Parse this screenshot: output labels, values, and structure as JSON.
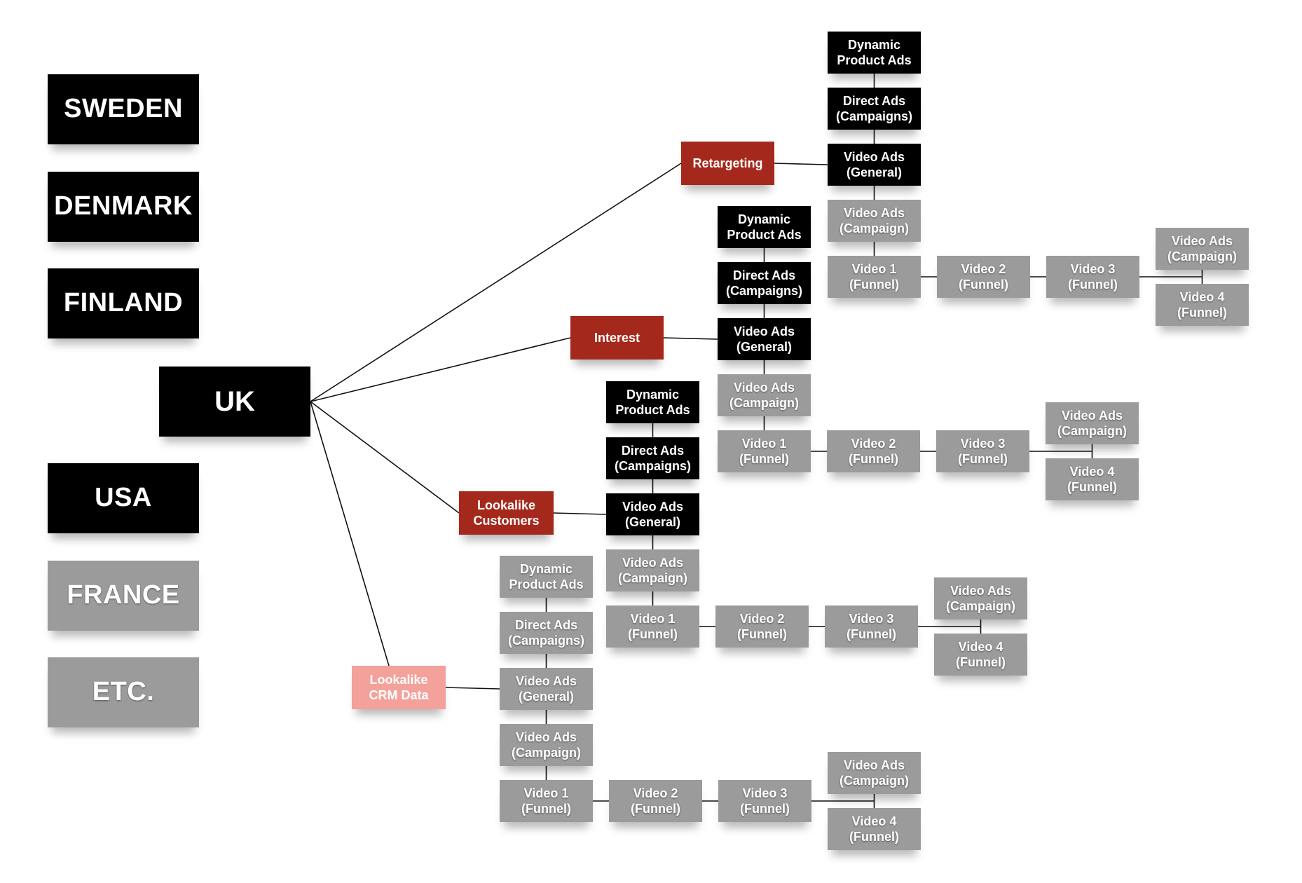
{
  "colors": {
    "active": "#000000",
    "inactive": "#9b9b9b",
    "audience_active": "#a4291c",
    "audience_inactive": "#f3a19a"
  },
  "countries": [
    {
      "name": "SWEDEN",
      "status": "active"
    },
    {
      "name": "DENMARK",
      "status": "active"
    },
    {
      "name": "FINLAND",
      "status": "active"
    },
    {
      "name": "UK",
      "status": "active"
    },
    {
      "name": "USA",
      "status": "active"
    },
    {
      "name": "FRANCE",
      "status": "inactive"
    },
    {
      "name": "ETC.",
      "status": "inactive"
    }
  ],
  "audiences": [
    {
      "name": "Retargeting",
      "status": "active",
      "ads": [
        {
          "label": "Dynamic\nProduct Ads",
          "status": "active"
        },
        {
          "label": "Direct Ads\n(Campaigns)",
          "status": "active"
        },
        {
          "label": "Video Ads\n(General)",
          "status": "active"
        },
        {
          "label": "Video Ads\n(Campaign)",
          "status": "inactive"
        }
      ],
      "funnel": [
        "Video 1\n(Funnel)",
        "Video 2\n(Funnel)",
        "Video 3\n(Funnel)"
      ],
      "funnel_end": [
        "Video Ads\n(Campaign)",
        "Video 4\n(Funnel)"
      ]
    },
    {
      "name": "Interest",
      "status": "active",
      "ads": [
        {
          "label": "Dynamic\nProduct Ads",
          "status": "active"
        },
        {
          "label": "Direct Ads\n(Campaigns)",
          "status": "active"
        },
        {
          "label": "Video Ads\n(General)",
          "status": "active"
        },
        {
          "label": "Video Ads\n(Campaign)",
          "status": "inactive"
        }
      ],
      "funnel": [
        "Video 1\n(Funnel)",
        "Video 2\n(Funnel)",
        "Video 3\n(Funnel)"
      ],
      "funnel_end": [
        "Video Ads\n(Campaign)",
        "Video 4\n(Funnel)"
      ]
    },
    {
      "name": "Lookalike\nCustomers",
      "status": "active",
      "ads": [
        {
          "label": "Dynamic\nProduct Ads",
          "status": "active"
        },
        {
          "label": "Direct Ads\n(Campaigns)",
          "status": "active"
        },
        {
          "label": "Video Ads\n(General)",
          "status": "active"
        },
        {
          "label": "Video Ads\n(Campaign)",
          "status": "inactive"
        }
      ],
      "funnel": [
        "Video 1\n(Funnel)",
        "Video 2\n(Funnel)",
        "Video 3\n(Funnel)"
      ],
      "funnel_end": [
        "Video Ads\n(Campaign)",
        "Video 4\n(Funnel)"
      ]
    },
    {
      "name": "Lookalike\nCRM Data",
      "status": "inactive",
      "ads": [
        {
          "label": "Dynamic\nProduct Ads",
          "status": "inactive"
        },
        {
          "label": "Direct Ads\n(Campaigns)",
          "status": "inactive"
        },
        {
          "label": "Video Ads\n(General)",
          "status": "inactive"
        },
        {
          "label": "Video Ads\n(Campaign)",
          "status": "inactive"
        }
      ],
      "funnel": [
        "Video 1\n(Funnel)",
        "Video 2\n(Funnel)",
        "Video 3\n(Funnel)"
      ],
      "funnel_end": [
        "Video Ads\n(Campaign)",
        "Video 4\n(Funnel)"
      ]
    }
  ]
}
